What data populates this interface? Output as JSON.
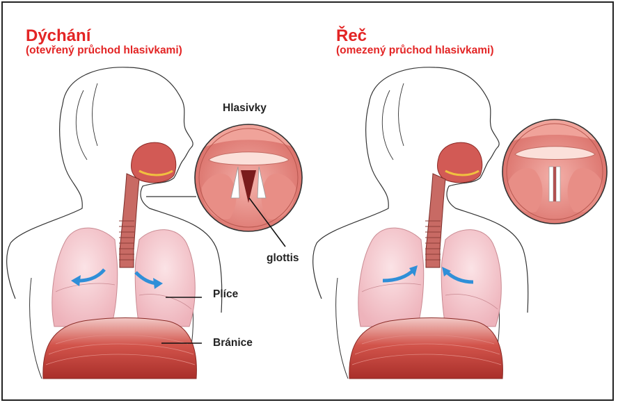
{
  "left_panel": {
    "title": "Dýchání",
    "subtitle": "(otevřený průchod hlasivkami)"
  },
  "right_panel": {
    "title": "Řeč",
    "subtitle": "(omezený průchod hlasivkami)"
  },
  "labels": {
    "vocal_cords": "Hlasivky",
    "glottis": "glottis",
    "lungs": "Plíce",
    "diaphragm": "Bránice"
  },
  "colors": {
    "title_red": "#e32525",
    "lung_pink": "#f5c9cf",
    "muscle_red": "#c8473f",
    "arrow_blue": "#2f8fd8"
  }
}
